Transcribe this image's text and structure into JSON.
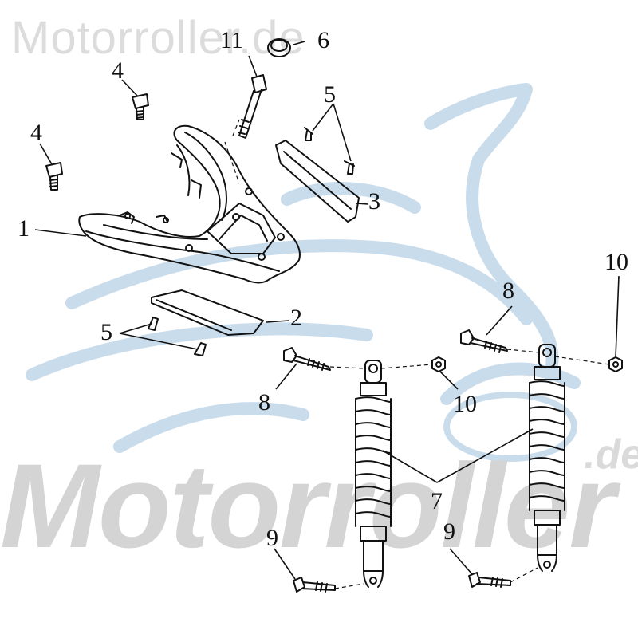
{
  "watermark": {
    "top_text": "Motorroller.de",
    "main_text": "Motorroller",
    "suffix_text": ".de"
  },
  "colors": {
    "line": "#111111",
    "watermark_gray": "#d6d6d6",
    "watermark_blue": "#c9dcec"
  },
  "callouts": {
    "c1": "1",
    "c2": "2",
    "c3": "3",
    "c4a": "4",
    "c4b": "4",
    "c5a": "5",
    "c5b": "5",
    "c6": "6",
    "c7": "7",
    "c8a": "8",
    "c8b": "8",
    "c9a": "9",
    "c9b": "9",
    "c10a": "10",
    "c10b": "10",
    "c11": "11"
  }
}
